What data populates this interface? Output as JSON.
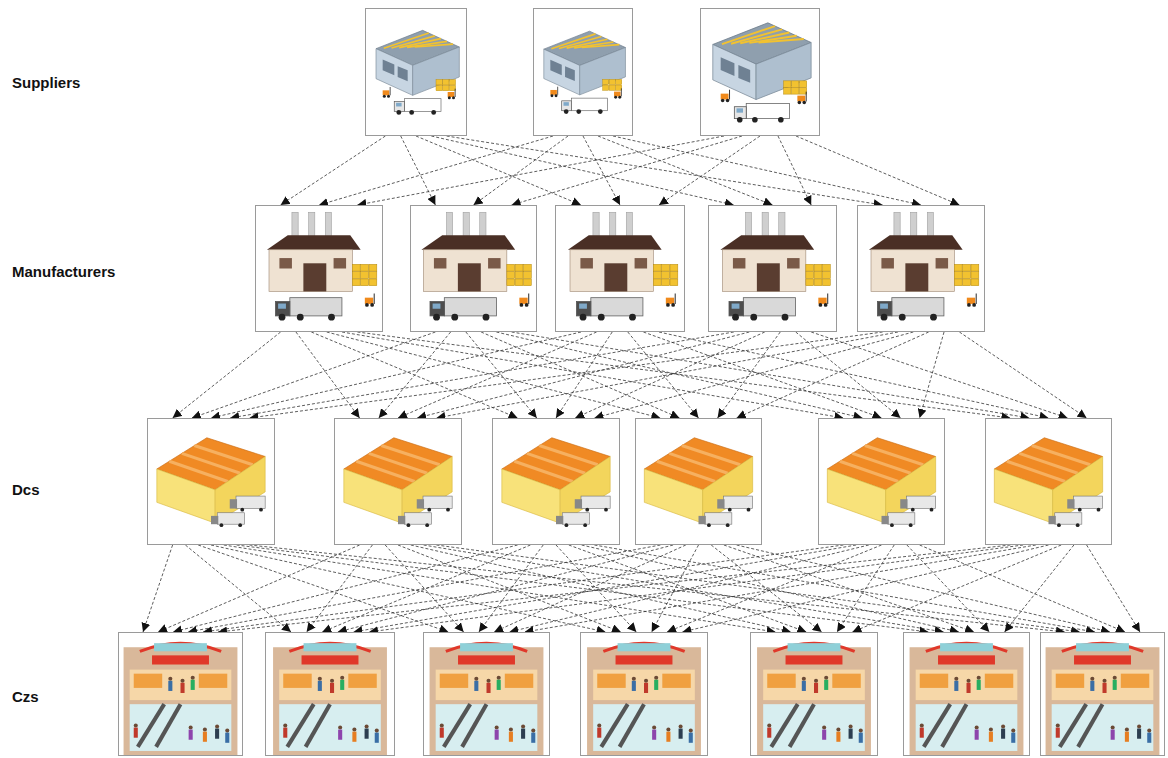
{
  "diagram": {
    "nodes": [
      {},
      {},
      {},
      {},
      {},
      {},
      {},
      {},
      {},
      {},
      {},
      {},
      {},
      {},
      {},
      {},
      {},
      {},
      {},
      {},
      {}
    ],
    "edges": [
      {
        "from": 0,
        "to": 3,
        "arrow": "to"
      },
      {
        "from": 0,
        "to": 4,
        "arrow": "to"
      },
      {
        "from": 0,
        "to": 5,
        "arrow": "to"
      },
      {
        "from": 0,
        "to": 6,
        "arrow": "to"
      },
      {
        "from": 0,
        "to": 7,
        "arrow": "to"
      },
      {
        "from": 1,
        "to": 3,
        "arrow": "to"
      },
      {
        "from": 1,
        "to": 4,
        "arrow": "to"
      },
      {
        "from": 1,
        "to": 5,
        "arrow": "to"
      },
      {
        "from": 1,
        "to": 6,
        "arrow": "to"
      },
      {
        "from": 1,
        "to": 7,
        "arrow": "to"
      },
      {
        "from": 2,
        "to": 3,
        "arrow": "to"
      },
      {
        "from": 2,
        "to": 4,
        "arrow": "to"
      },
      {
        "from": 2,
        "to": 5,
        "arrow": "to"
      },
      {
        "from": 2,
        "to": 6,
        "arrow": "to"
      },
      {
        "from": 2,
        "to": 7,
        "arrow": "to"
      },
      {
        "from": 3,
        "to": 8,
        "arrow": "to"
      },
      {
        "from": 3,
        "to": 9,
        "arrow": "to"
      },
      {
        "from": 3,
        "to": 10,
        "arrow": "to"
      },
      {
        "from": 3,
        "to": 11,
        "arrow": "to"
      },
      {
        "from": 3,
        "to": 12,
        "arrow": "to"
      },
      {
        "from": 3,
        "to": 13,
        "arrow": "to"
      },
      {
        "from": 4,
        "to": 8,
        "arrow": "to"
      },
      {
        "from": 4,
        "to": 9,
        "arrow": "to"
      },
      {
        "from": 4,
        "to": 10,
        "arrow": "to"
      },
      {
        "from": 4,
        "to": 11,
        "arrow": "to"
      },
      {
        "from": 4,
        "to": 12,
        "arrow": "to"
      },
      {
        "from": 4,
        "to": 13,
        "arrow": "to"
      },
      {
        "from": 5,
        "to": 8,
        "arrow": "to"
      },
      {
        "from": 5,
        "to": 9,
        "arrow": "to"
      },
      {
        "from": 5,
        "to": 10,
        "arrow": "to"
      },
      {
        "from": 5,
        "to": 11,
        "arrow": "to"
      },
      {
        "from": 5,
        "to": 12,
        "arrow": "to"
      },
      {
        "from": 5,
        "to": 13,
        "arrow": "to"
      },
      {
        "from": 6,
        "to": 8,
        "arrow": "to"
      },
      {
        "from": 6,
        "to": 9,
        "arrow": "to"
      },
      {
        "from": 6,
        "to": 10,
        "arrow": "to"
      },
      {
        "from": 6,
        "to": 11,
        "arrow": "to"
      },
      {
        "from": 6,
        "to": 12,
        "arrow": "to"
      },
      {
        "from": 6,
        "to": 13,
        "arrow": "to"
      },
      {
        "from": 7,
        "to": 8,
        "arrow": "to"
      },
      {
        "from": 7,
        "to": 9,
        "arrow": "to"
      },
      {
        "from": 7,
        "to": 10,
        "arrow": "to"
      },
      {
        "from": 7,
        "to": 11,
        "arrow": "to"
      },
      {
        "from": 7,
        "to": 12,
        "arrow": "to"
      },
      {
        "from": 7,
        "to": 13,
        "arrow": "to"
      },
      {
        "from": 8,
        "to": 14,
        "arrow": "to"
      },
      {
        "from": 8,
        "to": 15,
        "arrow": "to"
      },
      {
        "from": 8,
        "to": 16,
        "arrow": "to"
      },
      {
        "from": 8,
        "to": 17,
        "arrow": "to"
      },
      {
        "from": 8,
        "to": 18,
        "arrow": "to"
      },
      {
        "from": 8,
        "to": 19,
        "arrow": "to"
      },
      {
        "from": 8,
        "to": 20,
        "arrow": "to"
      },
      {
        "from": 9,
        "to": 14,
        "arrow": "to"
      },
      {
        "from": 9,
        "to": 15,
        "arrow": "to"
      },
      {
        "from": 9,
        "to": 16,
        "arrow": "to"
      },
      {
        "from": 9,
        "to": 17,
        "arrow": "to"
      },
      {
        "from": 9,
        "to": 18,
        "arrow": "to"
      },
      {
        "from": 9,
        "to": 19,
        "arrow": "to"
      },
      {
        "from": 9,
        "to": 20,
        "arrow": "to"
      },
      {
        "from": 10,
        "to": 14,
        "arrow": "to"
      },
      {
        "from": 10,
        "to": 15,
        "arrow": "to"
      },
      {
        "from": 10,
        "to": 16,
        "arrow": "to"
      },
      {
        "from": 10,
        "to": 17,
        "arrow": "to"
      },
      {
        "from": 10,
        "to": 18,
        "arrow": "to"
      },
      {
        "from": 10,
        "to": 19,
        "arrow": "to"
      },
      {
        "from": 10,
        "to": 20,
        "arrow": "to"
      },
      {
        "from": 11,
        "to": 14,
        "arrow": "to"
      },
      {
        "from": 11,
        "to": 15,
        "arrow": "to"
      },
      {
        "from": 11,
        "to": 16,
        "arrow": "to"
      },
      {
        "from": 11,
        "to": 17,
        "arrow": "to"
      },
      {
        "from": 11,
        "to": 18,
        "arrow": "to"
      },
      {
        "from": 11,
        "to": 19,
        "arrow": "to"
      },
      {
        "from": 11,
        "to": 20,
        "arrow": "to"
      },
      {
        "from": 12,
        "to": 14,
        "arrow": "to"
      },
      {
        "from": 12,
        "to": 15,
        "arrow": "to"
      },
      {
        "from": 12,
        "to": 16,
        "arrow": "to"
      },
      {
        "from": 12,
        "to": 17,
        "arrow": "to"
      },
      {
        "from": 12,
        "to": 18,
        "arrow": "to"
      },
      {
        "from": 12,
        "to": 19,
        "arrow": "to"
      },
      {
        "from": 12,
        "to": 20,
        "arrow": "to"
      },
      {
        "from": 13,
        "to": 14,
        "arrow": "to"
      },
      {
        "from": 13,
        "to": 15,
        "arrow": "to"
      },
      {
        "from": 13,
        "to": 16,
        "arrow": "to"
      },
      {
        "from": 13,
        "to": 17,
        "arrow": "to"
      },
      {
        "from": 13,
        "to": 18,
        "arrow": "to"
      },
      {
        "from": 13,
        "to": 19,
        "arrow": "to"
      },
      {
        "from": 13,
        "to": 20,
        "arrow": "to"
      }
    ],
    "labels": [
      "Suppliers",
      "Manufacturers",
      "Dcs",
      "Czs"
    ]
  }
}
